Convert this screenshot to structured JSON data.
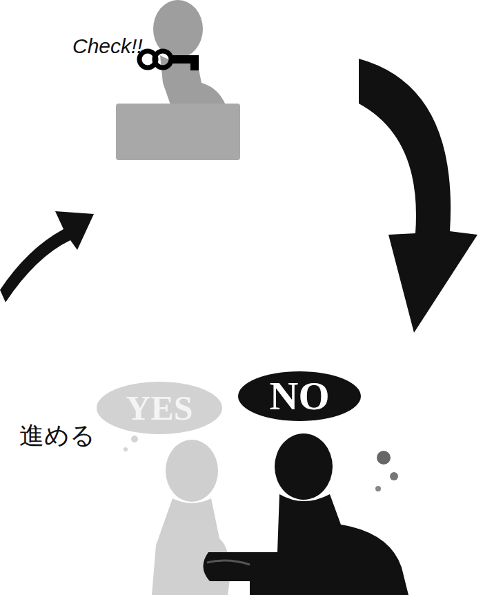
{
  "diagram": {
    "nodes": [
      {
        "text": [
          "YES"
        ]
      },
      {
        "text": [
          "NO"
        ]
      }
    ],
    "labels": [
      "Check!!",
      "進める"
    ]
  }
}
